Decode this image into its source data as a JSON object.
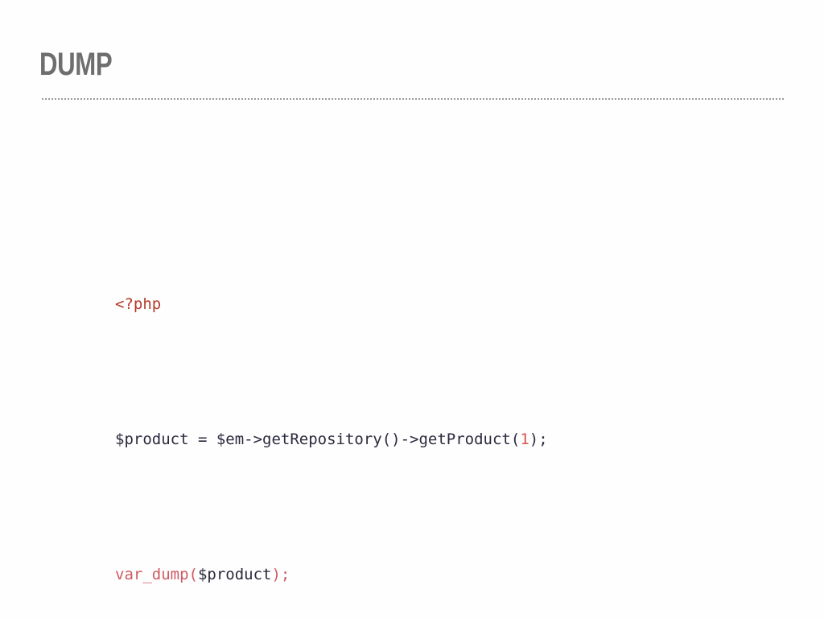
{
  "slide": {
    "title": "DUMP"
  },
  "code": {
    "line1": {
      "open_tag": "<?php"
    },
    "line2": {
      "assign": "$product = $em->getRepository()->getProduct(",
      "arg": "1",
      "close": ");"
    },
    "line3": {
      "fn_open": "var_dump(",
      "arg": "$product",
      "fn_close": ");"
    }
  },
  "colors": {
    "title": "#6e6e6e",
    "divider": "#9a9a9a",
    "code_text": "#2a2a3e",
    "php_tag": "#b33a2a",
    "number": "#d9534f",
    "function": "#cf5a62"
  }
}
